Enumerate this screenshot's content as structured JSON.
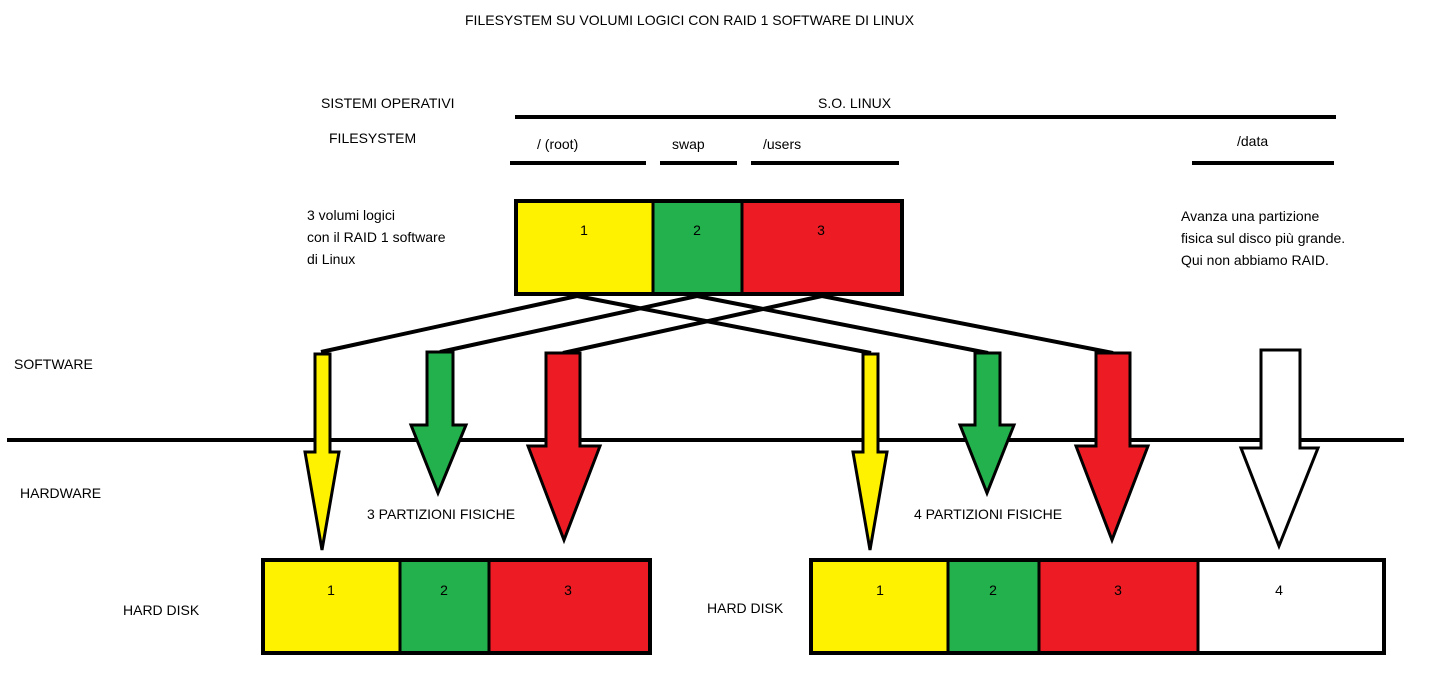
{
  "title": "FILESYSTEM SU VOLUMI LOGICI CON RAID 1 SOFTWARE DI LINUX",
  "labels": {
    "sistemi_operativi": "SISTEMI OPERATIVI",
    "filesystem": "FILESYSTEM",
    "so_linux": "S.O. LINUX",
    "fs_root": "/ (root)",
    "fs_swap": "swap",
    "fs_users": "/users",
    "fs_data": "/data",
    "volumi_logici": [
      "3 volumi logici",
      "con il RAID 1 software",
      "di Linux"
    ],
    "note_partizione": [
      "Avanza una partizione",
      "fisica sul disco più grande.",
      "Qui non abbiamo RAID."
    ],
    "software": "SOFTWARE",
    "hardware": "HARDWARE",
    "partizioni_3": "3 PARTIZIONI FISICHE",
    "partizioni_4": "4 PARTIZIONI FISICHE",
    "hard_disk_left": "HARD DISK",
    "hard_disk_right": "HARD DISK"
  },
  "logical_volumes": [
    "1",
    "2",
    "3"
  ],
  "disk_left_partitions": [
    "1",
    "2",
    "3"
  ],
  "disk_right_partitions": [
    "1",
    "2",
    "3",
    "4"
  ],
  "colors": {
    "yellow": "#fff200",
    "green": "#22b14c",
    "red": "#ed1c24",
    "white": "#ffffff",
    "line": "#000000"
  }
}
